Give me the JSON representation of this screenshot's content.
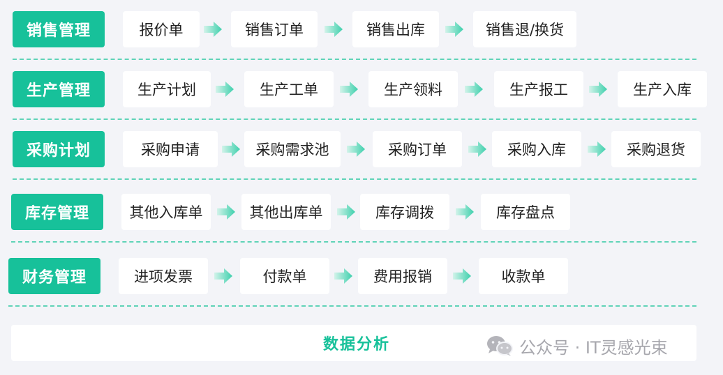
{
  "rows": [
    {
      "category": "销售管理",
      "steps": [
        "报价单",
        "销售订单",
        "销售出库",
        "销售退/换货"
      ]
    },
    {
      "category": "生产管理",
      "steps": [
        "生产计划",
        "生产工单",
        "生产领料",
        "生产报工",
        "生产入库"
      ]
    },
    {
      "category": "采购计划",
      "steps": [
        "采购申请",
        "采购需求池",
        "采购订单",
        "采购入库",
        "采购退货"
      ]
    },
    {
      "category": "库存管理",
      "steps": [
        "其他入库单",
        "其他出库单",
        "库存调拨",
        "库存盘点"
      ]
    },
    {
      "category": "财务管理",
      "steps": [
        "进项发票",
        "付款单",
        "费用报销",
        "收款单"
      ]
    }
  ],
  "footer": {
    "label": "数据分析"
  },
  "watermark": {
    "text": "公众号 · IT灵感光束",
    "icon": "wechat-icon"
  },
  "colors": {
    "accent": "#17c19a",
    "background": "#f3f4f8",
    "card": "#ffffff",
    "divider": "#5fd3b7"
  }
}
